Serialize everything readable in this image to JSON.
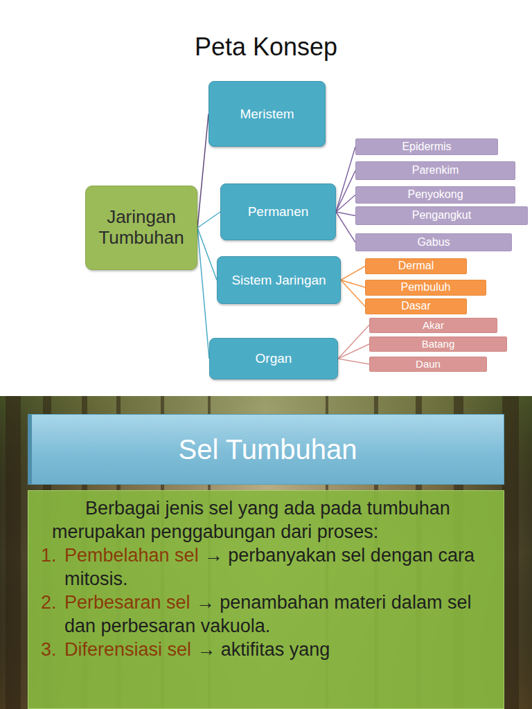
{
  "diagram": {
    "title": "Peta Konsep",
    "nodes": [
      {
        "text": [
          "Jaringan Tumbuhan"
        ]
      },
      {
        "text": [
          "Meristem"
        ]
      },
      {
        "text": [
          "Permanen"
        ]
      },
      {
        "text": [
          "Epidermis"
        ]
      },
      {
        "text": [
          "Parenkim"
        ]
      },
      {
        "text": [
          "Penyokong"
        ]
      },
      {
        "text": [
          "Pengangkut"
        ]
      },
      {
        "text": [
          "Gabus"
        ]
      },
      {
        "text": [
          "Sistem Jaringan"
        ]
      },
      {
        "text": [
          "Dermal"
        ]
      },
      {
        "text": [
          "Pembuluh"
        ]
      },
      {
        "text": [
          "Dasar"
        ]
      },
      {
        "text": [
          "Organ"
        ]
      },
      {
        "text": [
          "Akar"
        ]
      },
      {
        "text": [
          "Batang"
        ]
      },
      {
        "text": [
          "Daun"
        ]
      },
      {
        "text": [
          "Sel Tumbuhan"
        ]
      },
      {
        "text": [
          "Berbagai jenis sel yang ada pada tumbuhan merupakan penggabungan dari proses:",
          "1.",
          "Pembelahan sel",
          "→ perbanyakan sel dengan cara mitosis.",
          "2.",
          "Perbesaran sel",
          "→ penambahan materi dalam sel dan perbesaran vakuola.",
          "3.",
          "Diferensiasi sel",
          "→ aktifitas yang"
        ]
      }
    ],
    "edges": [
      {
        "from": 0,
        "to": 1,
        "arrow": "none"
      },
      {
        "from": 0,
        "to": 2,
        "arrow": "none"
      },
      {
        "from": 0,
        "to": 8,
        "arrow": "none"
      },
      {
        "from": 0,
        "to": 12,
        "arrow": "none"
      },
      {
        "from": 2,
        "to": 3,
        "arrow": "none"
      },
      {
        "from": 2,
        "to": 4,
        "arrow": "none"
      },
      {
        "from": 2,
        "to": 5,
        "arrow": "none"
      },
      {
        "from": 2,
        "to": 6,
        "arrow": "none"
      },
      {
        "from": 2,
        "to": 7,
        "arrow": "none"
      },
      {
        "from": 8,
        "to": 9,
        "arrow": "none"
      },
      {
        "from": 8,
        "to": 10,
        "arrow": "none"
      },
      {
        "from": 8,
        "to": 11,
        "arrow": "none"
      },
      {
        "from": 12,
        "to": 13,
        "arrow": "none"
      },
      {
        "from": 12,
        "to": 14,
        "arrow": "none"
      },
      {
        "from": 12,
        "to": 15,
        "arrow": "none"
      }
    ]
  }
}
